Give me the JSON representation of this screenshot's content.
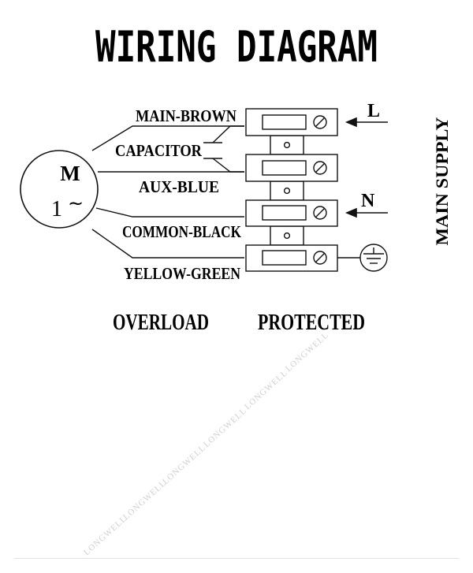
{
  "title": "WIRING DIAGRAM",
  "motor": {
    "symbol": "M",
    "phase": "1",
    "ac_symbol": "~"
  },
  "wires": {
    "main": "MAIN-BROWN",
    "capacitor": "CAPACITOR",
    "aux": "AUX-BLUE",
    "common": "COMMON-BLACK",
    "earth": "YELLOW-GREEN"
  },
  "supply": {
    "live": "L",
    "neutral": "N",
    "label": "MAIN SUPPLY"
  },
  "footer": {
    "left": "OVERLOAD",
    "right": "PROTECTED"
  },
  "watermark": "LONGWELL",
  "colors": {
    "ink": "#111111",
    "watermark": "#d0d0d0"
  }
}
